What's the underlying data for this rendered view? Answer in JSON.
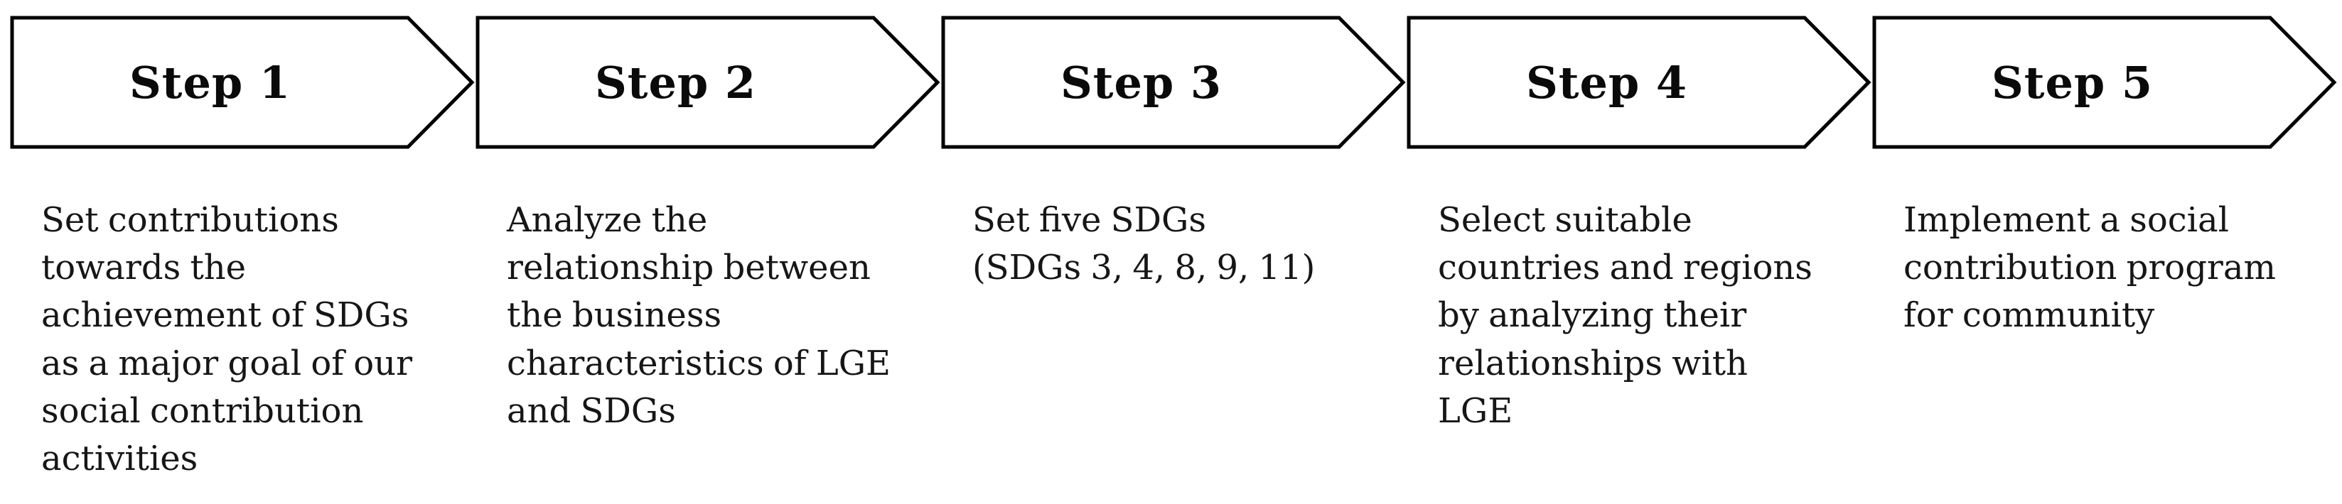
{
  "figure": {
    "type": "process-flow-diagram",
    "step_count": 5,
    "background": "#ffffff"
  },
  "colors": {
    "arrow_fill": "#ffffff",
    "arrow_stroke": "#000000",
    "label_text": "#0a0a0a",
    "description_text": "#161616"
  },
  "steps": [
    {
      "label": "Step 1",
      "description": [
        "Set contributions",
        "towards the",
        "achievement of SDGs",
        "as a major goal of our",
        "social contribution",
        "activities"
      ]
    },
    {
      "label": "Step 2",
      "description": [
        "Analyze the",
        "relationship between",
        "the business",
        "characteristics of LGE",
        "and SDGs"
      ]
    },
    {
      "label": "Step 3",
      "description": [
        "Set five SDGs",
        "(SDGs 3, 4, 8, 9, 11)"
      ]
    },
    {
      "label": "Step 4",
      "description": [
        "Select suitable",
        "countries and regions",
        "by analyzing their",
        "relationships with",
        "LGE"
      ]
    },
    {
      "label": "Step 5",
      "description": [
        "Implement a social",
        "contribution program",
        "for community"
      ]
    }
  ]
}
